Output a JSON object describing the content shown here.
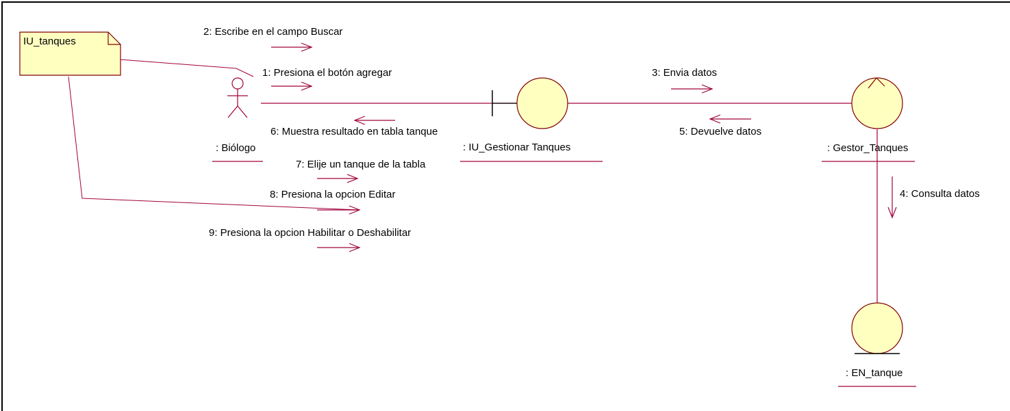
{
  "diagram": {
    "note": {
      "label": "IU_tanques"
    },
    "objects": {
      "actor": {
        "label": ":  Biólogo"
      },
      "boundary": {
        "label": ": IU_Gestionar Tanques"
      },
      "control": {
        "label": ": Gestor_Tanques"
      },
      "entity": {
        "label": ": EN_tanque"
      }
    },
    "messages": [
      {
        "label": "1: Presiona el botón agregar"
      },
      {
        "label": "2: Escribe en el campo Buscar"
      },
      {
        "label": "3: Envia datos"
      },
      {
        "label": "4: Consulta datos"
      },
      {
        "label": "5: Devuelve datos"
      },
      {
        "label": "6: Muestra resultado en tabla tanque"
      },
      {
        "label": "7: Elije un tanque de la tabla"
      },
      {
        "label": "8: Presiona la opcion Editar"
      },
      {
        "label": "9: Presiona la opcion Habilitar o Deshabilitar"
      }
    ],
    "colors": {
      "link": "#a0003c",
      "object_fill": "#ffffc0",
      "object_stroke": "#800000",
      "outline": "#000000"
    }
  }
}
